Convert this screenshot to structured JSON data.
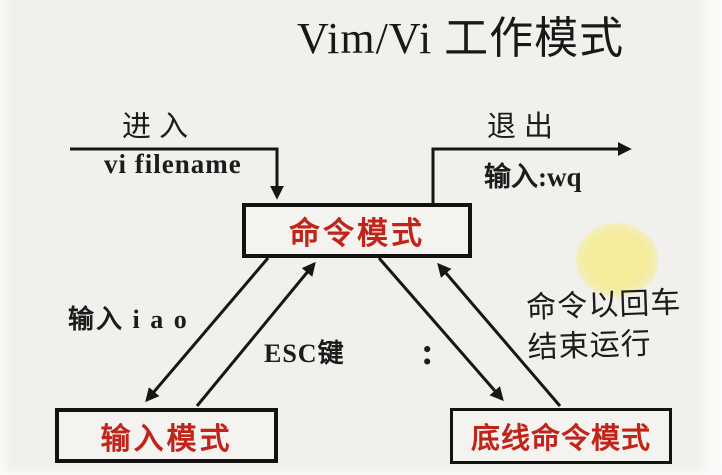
{
  "title": "Vim/Vi 工作模式",
  "colors": {
    "background": "#f1f0ed",
    "node_text_red": "#c1241a",
    "line_black": "#161616",
    "highlight_yellow": "#f5ec99"
  },
  "nodes": {
    "command": "命令模式",
    "insert": "输入模式",
    "lastline": "底线命令模式"
  },
  "labels": {
    "enter": "进入",
    "enter_command": "vi filename",
    "exit": "退出",
    "exit_command": "输入:wq",
    "insert_trigger": "输入 i a o",
    "esc_key": "ESC键",
    "lastline_trigger": ":",
    "note_line1": "命令以回车",
    "note_line2": "结束运行"
  },
  "edges": [
    {
      "from": "start",
      "to": "command",
      "label": "进入",
      "sublabel": "vi filename"
    },
    {
      "from": "command",
      "to": "end",
      "label": "退出",
      "sublabel": "输入:wq"
    },
    {
      "from": "command",
      "to": "insert",
      "label": "输入 i a o"
    },
    {
      "from": "insert",
      "to": "command",
      "label": "ESC键"
    },
    {
      "from": "command",
      "to": "lastline",
      "label": ":"
    },
    {
      "from": "lastline",
      "to": "command",
      "label": "命令以回车 结束运行"
    }
  ]
}
